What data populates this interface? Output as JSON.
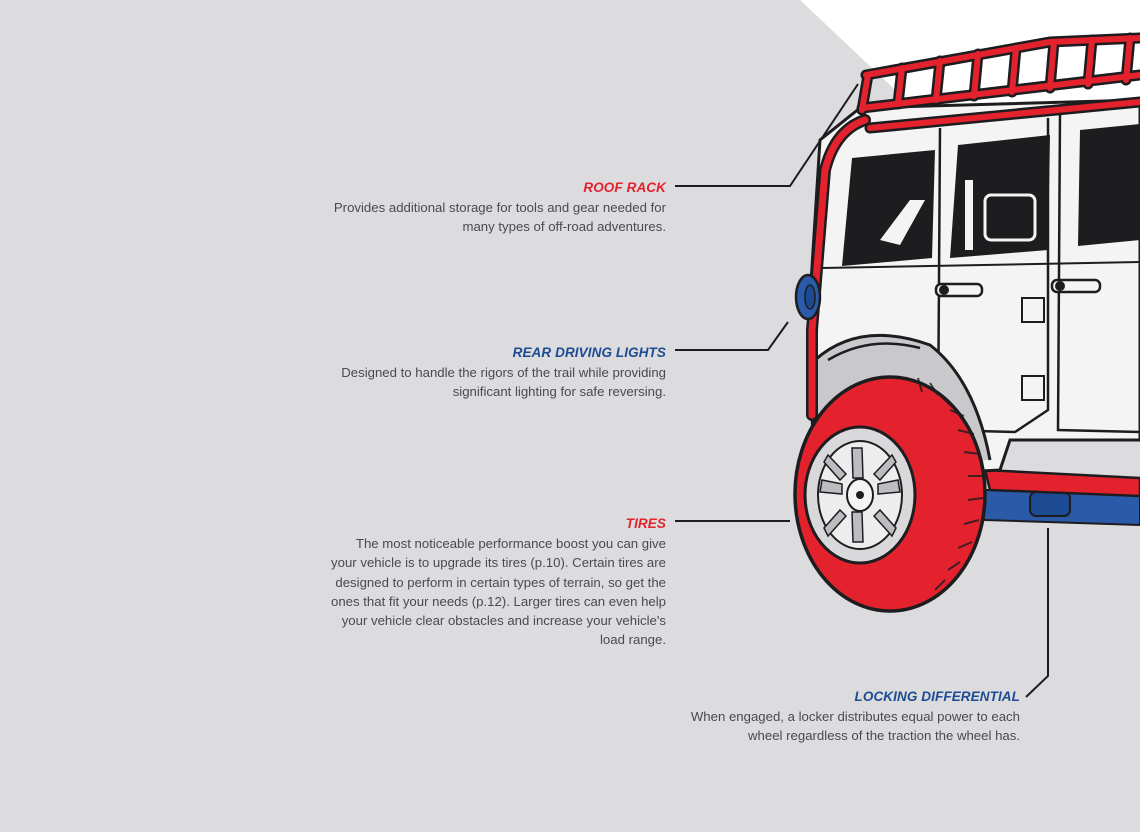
{
  "colors": {
    "background": "#dcdcde",
    "accent_red": "#e4222d",
    "accent_blue": "#1c4b94",
    "outline": "#1d1d1f",
    "body_white": "#f4f4f4"
  },
  "callouts": {
    "roof_rack": {
      "title": "ROOF RACK",
      "text": "Provides additional storage for tools and gear needed for many types of off-road adventures."
    },
    "rear_lights": {
      "title": "REAR DRIVING LIGHTS",
      "text": "Designed to handle the rigors of the trail while providing significant lighting for safe reversing."
    },
    "tires": {
      "title": "TIRES",
      "text": "The most noticeable performance boost you can give your vehicle is to upgrade its tires (p.10). Certain tires are designed to perform in certain types of terrain, so get the ones that fit your needs (p.12). Larger tires can even help your vehicle clear obstacles and increase your vehicle's load range."
    },
    "differential": {
      "title": "LOCKING DIFFERENTIAL",
      "text": "When engaged, a locker distributes equal power to each wheel regardless of the traction the wheel has."
    }
  }
}
